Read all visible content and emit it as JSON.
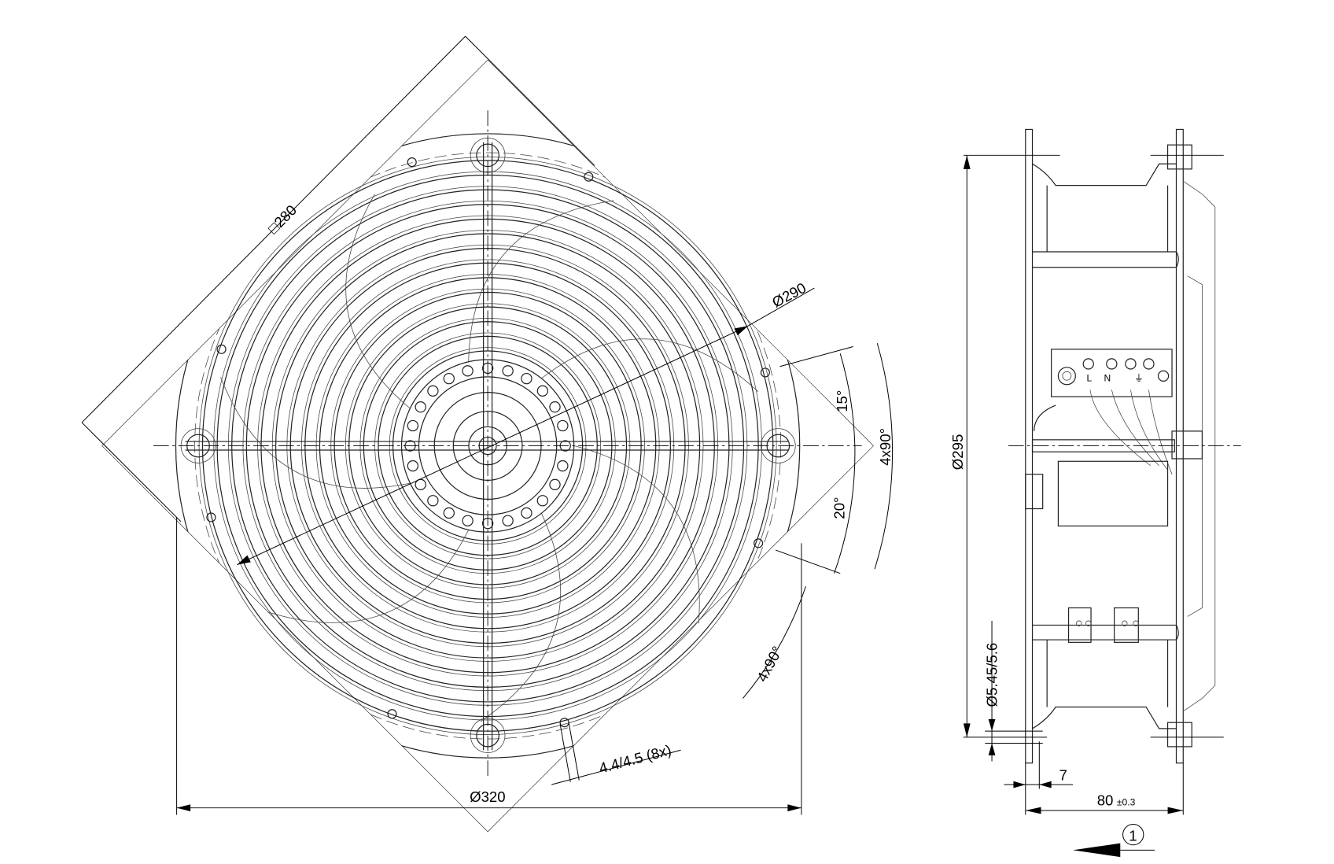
{
  "front_view": {
    "square_dim": "□280",
    "diameter_290": "Ø290",
    "diameter_320": "Ø320",
    "angle_15": "15°",
    "angle_20": "20°",
    "angle_4x90_right": "4x90°",
    "angle_4x90_lower": "4x90°",
    "holes": "4.4/4.5 (8x)"
  },
  "side_view": {
    "diameter_295": "Ø295",
    "hole_dia": "Ø5.45/5.6",
    "flange_thickness": "7",
    "depth": "80",
    "depth_tolerance": "±0.3",
    "airflow_marker": "1",
    "terminal_labels": [
      "L",
      "N",
      "⏚"
    ]
  }
}
